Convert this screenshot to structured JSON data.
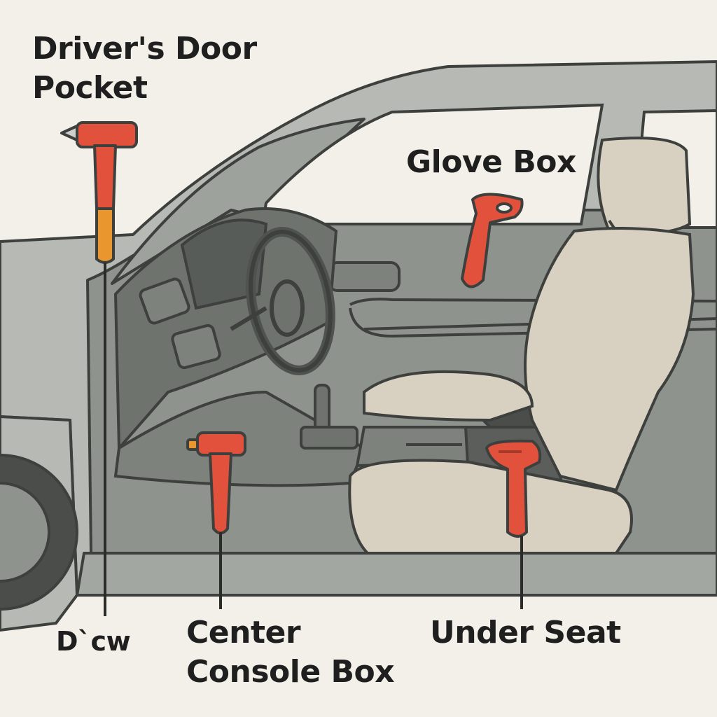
{
  "labels": {
    "drivers_door_pocket": [
      "Driver's Door",
      "Pocket"
    ],
    "glove_box": "Glove Box",
    "center_console_box": [
      "Center",
      "Console Box"
    ],
    "under_seat": "Under Seat",
    "garbled": "D`cw"
  },
  "colors": {
    "background": "#f3f0e9",
    "car_body": "#b7bab4",
    "interior": "#8f938e",
    "glass": "#f3f0e9",
    "seat": "#d8d1c2",
    "hammer_red": "#e2513c",
    "hammer_orange": "#e9962f",
    "outline": "#3d403d"
  },
  "icons": [
    "emergency-hammer-icon"
  ]
}
